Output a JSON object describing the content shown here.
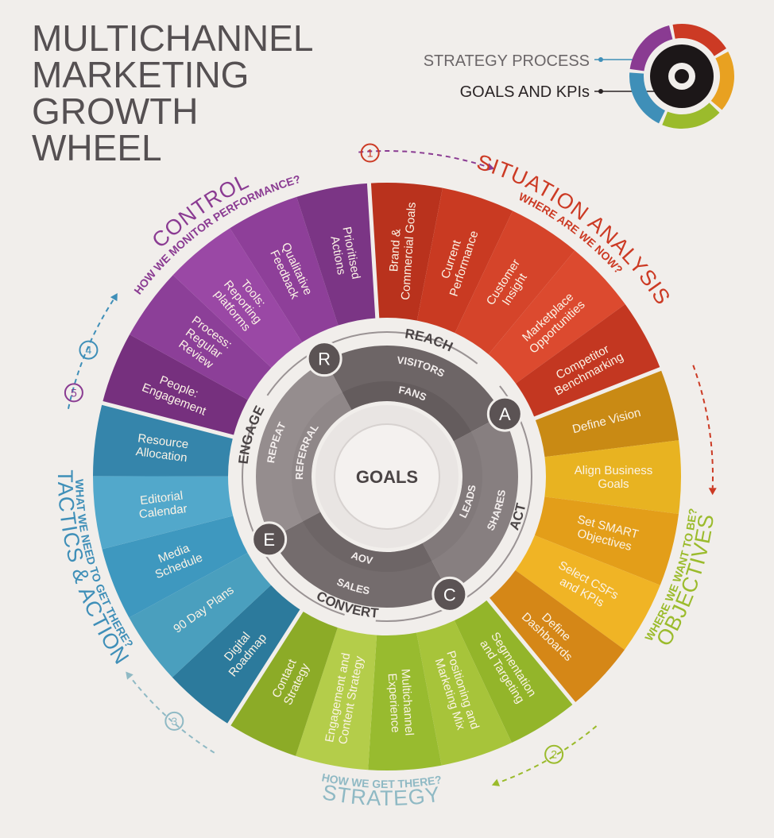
{
  "title": [
    "MULTICHANNEL",
    "MARKETING",
    "GROWTH",
    "WHEEL"
  ],
  "legend": {
    "outer_label": "STRATEGY PROCESS",
    "inner_label": "GOALS AND KPIs"
  },
  "stages": [
    {
      "number": "1",
      "title": "SITUATION ANALYSIS",
      "question": "WHERE ARE WE NOW?",
      "color": "#cc3a24",
      "items": [
        {
          "lines": [
            "Brand &",
            "Commercial Goals"
          ],
          "color": "#b9321d"
        },
        {
          "lines": [
            "Current",
            "Performance"
          ],
          "color": "#c93a22"
        },
        {
          "lines": [
            "Customer",
            "Insight"
          ],
          "color": "#d5442a"
        },
        {
          "lines": [
            "Marketplace",
            "Opportunities"
          ],
          "color": "#dc4a2f"
        },
        {
          "lines": [
            "Competitor",
            "Benchmarking"
          ],
          "color": "#c33721"
        }
      ]
    },
    {
      "number": "2",
      "title": "OBJECTIVES",
      "question": "WHERE WE WANT TO BE?",
      "color": "#9bbb2c",
      "items": [
        {
          "lines": [
            "Define Vision"
          ],
          "color": "#c98a14"
        },
        {
          "lines": [
            "Align Business",
            "Goals"
          ],
          "color": "#e8b321"
        },
        {
          "lines": [
            "Set SMART",
            "Objectives"
          ],
          "color": "#e39e19"
        },
        {
          "lines": [
            "Select CSFs",
            "and KPIs"
          ],
          "color": "#f0b425"
        },
        {
          "lines": [
            "Define",
            "Dashboards"
          ],
          "color": "#d58717"
        }
      ]
    },
    {
      "number": "3",
      "title": "STRATEGY",
      "question": "HOW WE GET THERE?",
      "color": "#8fb9c4",
      "items": [
        {
          "lines": [
            "Segmentation",
            "and Targeting"
          ],
          "color": "#93b52a"
        },
        {
          "lines": [
            "Positioning and",
            "Marketing Mix"
          ],
          "color": "#a7c43a"
        },
        {
          "lines": [
            "Multichannel",
            "Experience"
          ],
          "color": "#98bb2f"
        },
        {
          "lines": [
            "Engagement and",
            "Content Strategy"
          ],
          "color": "#b4cd4a"
        },
        {
          "lines": [
            "Contact",
            "Strategy"
          ],
          "color": "#8cab27"
        }
      ]
    },
    {
      "number": "4",
      "title": "TACTICS & ACTION",
      "question": "WHAT WE NEED TO GET THERE?",
      "color": "#3f8fb8",
      "items": [
        {
          "lines": [
            "Digital",
            "Roadmap"
          ],
          "color": "#2c7a9c"
        },
        {
          "lines": [
            "90 Day Plans"
          ],
          "color": "#4a9fbe"
        },
        {
          "lines": [
            "Media",
            "Schedule"
          ],
          "color": "#3e98bf"
        },
        {
          "lines": [
            "Editorial",
            "Calendar"
          ],
          "color": "#52a8cb"
        },
        {
          "lines": [
            "Resource",
            "Allocation"
          ],
          "color": "#3585ab"
        }
      ]
    },
    {
      "number": "5",
      "title": "CONTROL",
      "question": "HOW WE MONITOR PERFORMANCE?",
      "color": "#8a3b92",
      "items": [
        {
          "lines": [
            "People:",
            "Engagement"
          ],
          "color": "#76307e"
        },
        {
          "lines": [
            "Process:",
            "Regular",
            "Review"
          ],
          "color": "#8c3f98"
        },
        {
          "lines": [
            "Tools:",
            "Reporting",
            "platforms"
          ],
          "color": "#9a48a5"
        },
        {
          "lines": [
            "Qualitative",
            "Feedback"
          ],
          "color": "#8e3f99"
        },
        {
          "lines": [
            "Prioritised",
            "Actions"
          ],
          "color": "#7b3585"
        }
      ]
    }
  ],
  "race": {
    "center": "GOALS",
    "segments": [
      {
        "letter": "R",
        "name": "REACH",
        "outer_metric": "VISITORS",
        "inner_metric": "FANS"
      },
      {
        "letter": "A",
        "name": "ACT",
        "outer_metric": "SHARES",
        "inner_metric": "LEADS"
      },
      {
        "letter": "C",
        "name": "CONVERT",
        "outer_metric": "SALES",
        "inner_metric": "AOV"
      },
      {
        "letter": "E",
        "name": "ENGAGE",
        "outer_metric": "REPEAT",
        "inner_metric": "REFERRAL"
      }
    ]
  }
}
